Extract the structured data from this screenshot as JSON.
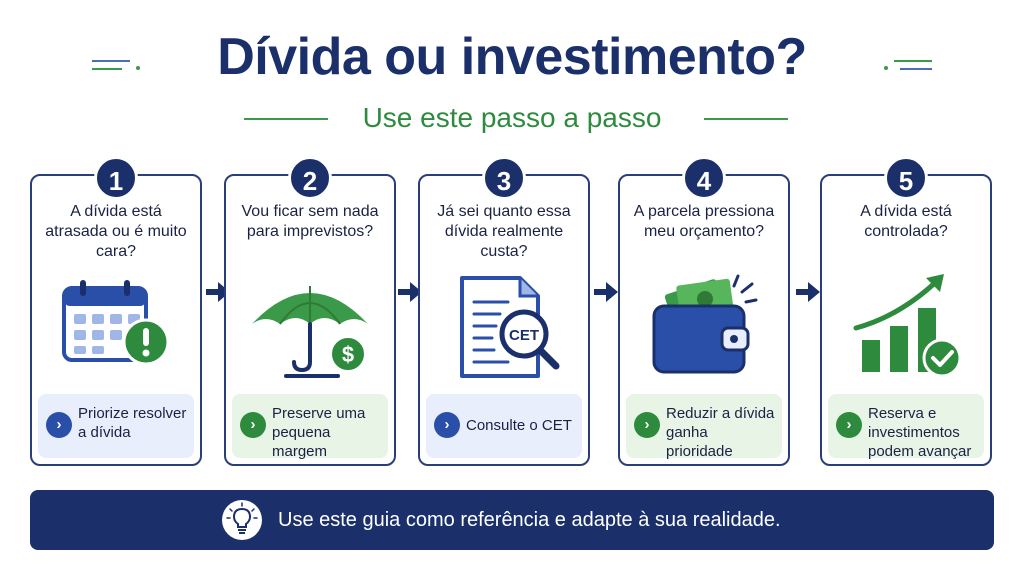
{
  "header": {
    "title": "Dívida ou investimento?",
    "subtitle": "Use este passo a passo"
  },
  "steps": [
    {
      "number": "1",
      "question": "A dívida está atrasada ou é muito cara?",
      "illustration": "calendar-alert-icon",
      "action": "Priorize resolver a dívida",
      "action_style": "blue"
    },
    {
      "number": "2",
      "question": "Vou ficar sem nada para imprevistos?",
      "illustration": "umbrella-money-icon",
      "action": "Preserve uma pequena margem",
      "action_style": "green"
    },
    {
      "number": "3",
      "question": "Já sei quanto essa dívida realmente custa?",
      "illustration": "document-magnifier-icon",
      "illustration_text": "CET",
      "action": "Consulte o CET",
      "action_style": "blue"
    },
    {
      "number": "4",
      "question": "A parcela pressiona meu orçamento?",
      "illustration": "wallet-cash-icon",
      "action": "Reduzir a dívida ganha prioridade",
      "action_style": "green"
    },
    {
      "number": "5",
      "question": "A dívida está controlada?",
      "illustration": "growth-chart-check-icon",
      "action": "Reserva e investimentos podem avançar",
      "action_style": "green"
    }
  ],
  "footer": {
    "icon": "lightbulb-icon",
    "text": "Use este guia como referência e adapte à sua realidade."
  },
  "colors": {
    "navy": "#1b2f6b",
    "green": "#2e8b3e",
    "blue_action": "#2a4fa8",
    "light_blue_bg": "#e8eefb",
    "light_green_bg": "#e8f4e6"
  }
}
